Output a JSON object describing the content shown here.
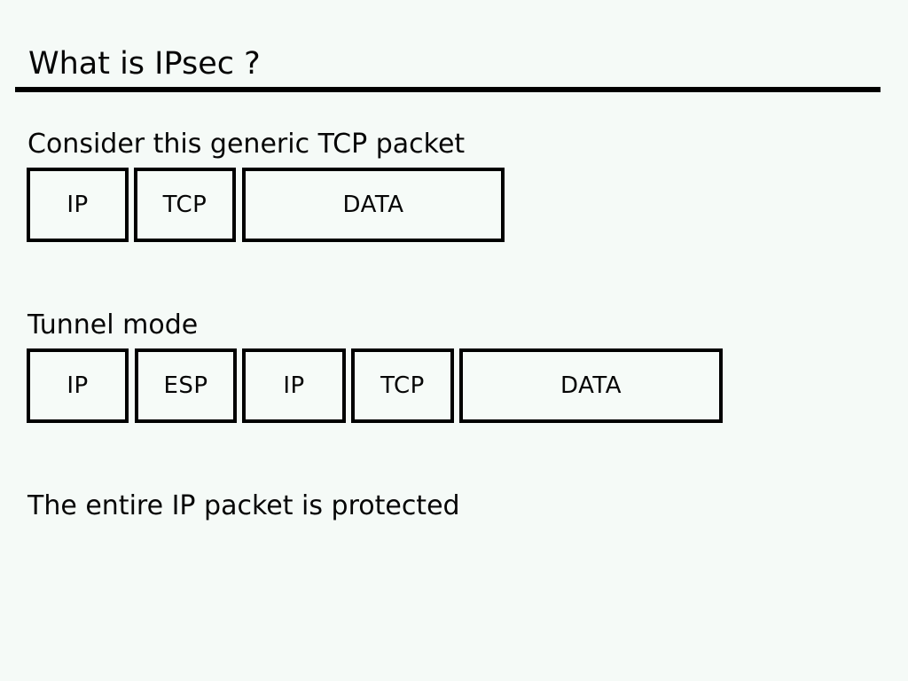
{
  "slide": {
    "title": "What is IPsec ?",
    "generic_packet": {
      "caption": "Consider this generic TCP packet",
      "labels": [
        "IP",
        "TCP",
        "DATA"
      ]
    },
    "tunnel_packet": {
      "caption": "Tunnel mode",
      "labels": [
        "IP",
        "ESP",
        "IP",
        "TCP",
        "DATA"
      ]
    },
    "footer": "The entire IP packet is protected",
    "colors": {
      "background": "#f5faf7",
      "text": "#060606",
      "box_border": "#000000",
      "rule": "#000000"
    }
  }
}
